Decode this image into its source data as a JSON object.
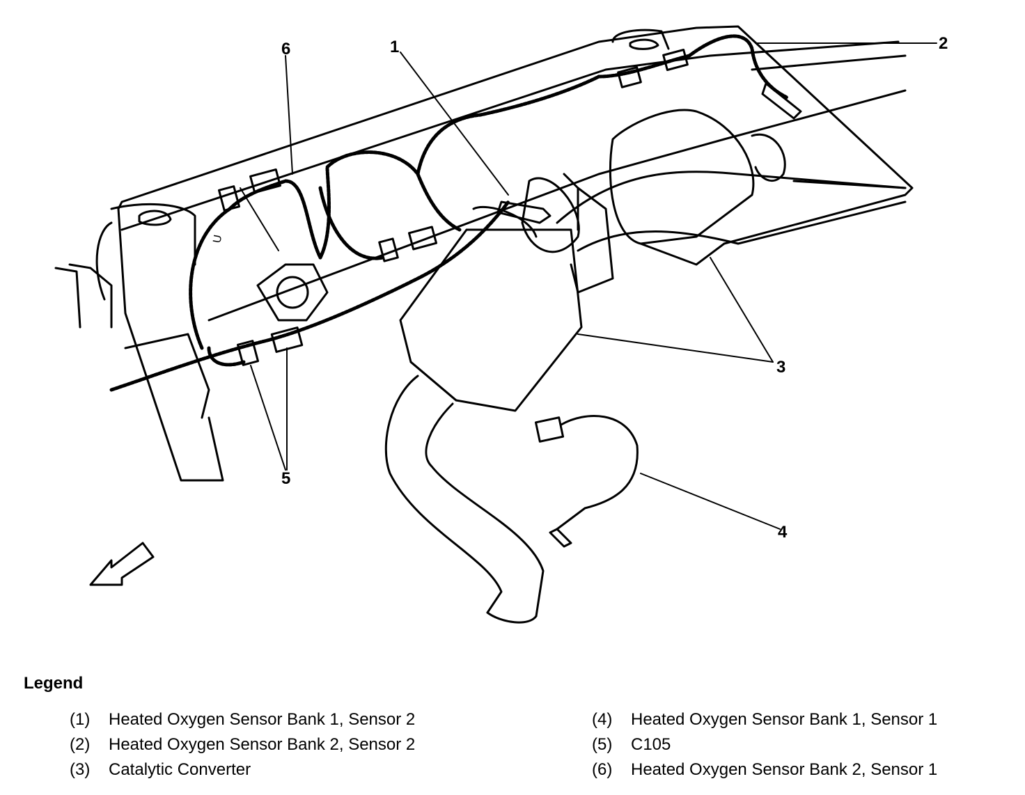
{
  "diagram": {
    "callouts": {
      "c1": "1",
      "c2": "2",
      "c3": "3",
      "c4": "4",
      "c5": "5",
      "c6": "6"
    },
    "engine_stamp": "U"
  },
  "legend": {
    "title": "Legend",
    "items": [
      {
        "num": "(1)",
        "text": "Heated Oxygen Sensor Bank 1, Sensor 2"
      },
      {
        "num": "(2)",
        "text": "Heated Oxygen Sensor Bank 2, Sensor 2"
      },
      {
        "num": "(3)",
        "text": "Catalytic Converter"
      },
      {
        "num": "(4)",
        "text": "Heated Oxygen Sensor Bank 1, Sensor 1"
      },
      {
        "num": "(5)",
        "text": "C105"
      },
      {
        "num": "(6)",
        "text": "Heated Oxygen Sensor Bank 2, Sensor 1"
      }
    ]
  }
}
